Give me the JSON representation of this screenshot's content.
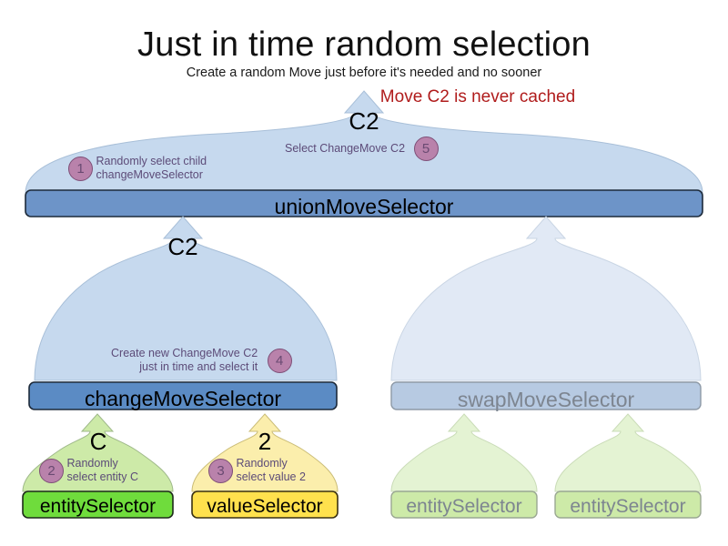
{
  "header": {
    "title": "Just in time random selection",
    "subtitle": "Create a random Move just before it's needed and no sooner",
    "note": "Move C2 is never cached",
    "note_color": "#b01c1c"
  },
  "palette": {
    "union_bar_fill": "#6d94c8",
    "union_funnel_fill": "#c6d9ee",
    "change_bar_fill": "#5b8bc4",
    "entity_bar_fill": "#6fdc3c",
    "entity_funnel_fill": "#cdeaa8",
    "value_bar_fill": "#ffe14d",
    "value_funnel_fill": "#fbeeac",
    "faded_bar_fill": "#b7cae2",
    "faded_funnel_fill": "#e1e9f5",
    "faded_green_bar": "#cdeaa8",
    "faded_green_funnel": "#e4f3d3",
    "badge_fill": "#b982ab",
    "badge_border": "#7e4f77",
    "note_text": "#5c4b78"
  },
  "nodes": {
    "union": {
      "label": "unionMoveSelector",
      "payload": "C2",
      "steps": [
        {
          "number": "1",
          "line1": "Randomly select child",
          "line2": "changeMoveSelector"
        },
        {
          "number": "5",
          "line1": "Select ChangeMove C2",
          "line2": ""
        }
      ]
    },
    "change": {
      "label": "changeMoveSelector",
      "payload": "C2",
      "steps": [
        {
          "number": "4",
          "line1": "Create new ChangeMove C2",
          "line2": "just in time and select it"
        }
      ]
    },
    "swap": {
      "label": "swapMoveSelector",
      "payload": "",
      "steps": []
    },
    "entity": {
      "label": "entitySelector",
      "payload": "C",
      "steps": [
        {
          "number": "2",
          "line1": "Randomly",
          "line2": "select entity C"
        }
      ]
    },
    "value": {
      "label": "valueSelector",
      "payload": "2",
      "steps": [
        {
          "number": "3",
          "line1": "Randomly",
          "line2": "select value 2"
        }
      ]
    },
    "swap_entity_left": {
      "label": "entitySelector",
      "payload": "",
      "steps": []
    },
    "swap_entity_right": {
      "label": "entitySelector",
      "payload": "",
      "steps": []
    }
  }
}
